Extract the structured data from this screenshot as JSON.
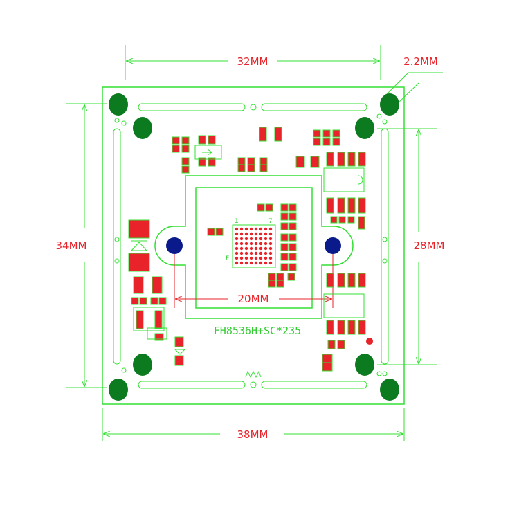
{
  "drawing": {
    "dimensions": {
      "top_width": "32MM",
      "hole_diameter": "2.2MM",
      "left_height": "34MM",
      "right_height": "28MM",
      "inner_width": "20MM",
      "bottom_width": "38MM"
    },
    "board_label": "FH8536H+SC*235",
    "pin_marks": {
      "pin1": "1",
      "pin7": "7",
      "pinF": "F"
    },
    "colors": {
      "outline": "#33e033",
      "pad": "#e8232a",
      "mount_hole": "#0c7a1e",
      "lens_hole": "#0a1a8a",
      "dimension_text": "#e8232a",
      "silkscreen_text": "#33cc33"
    }
  }
}
